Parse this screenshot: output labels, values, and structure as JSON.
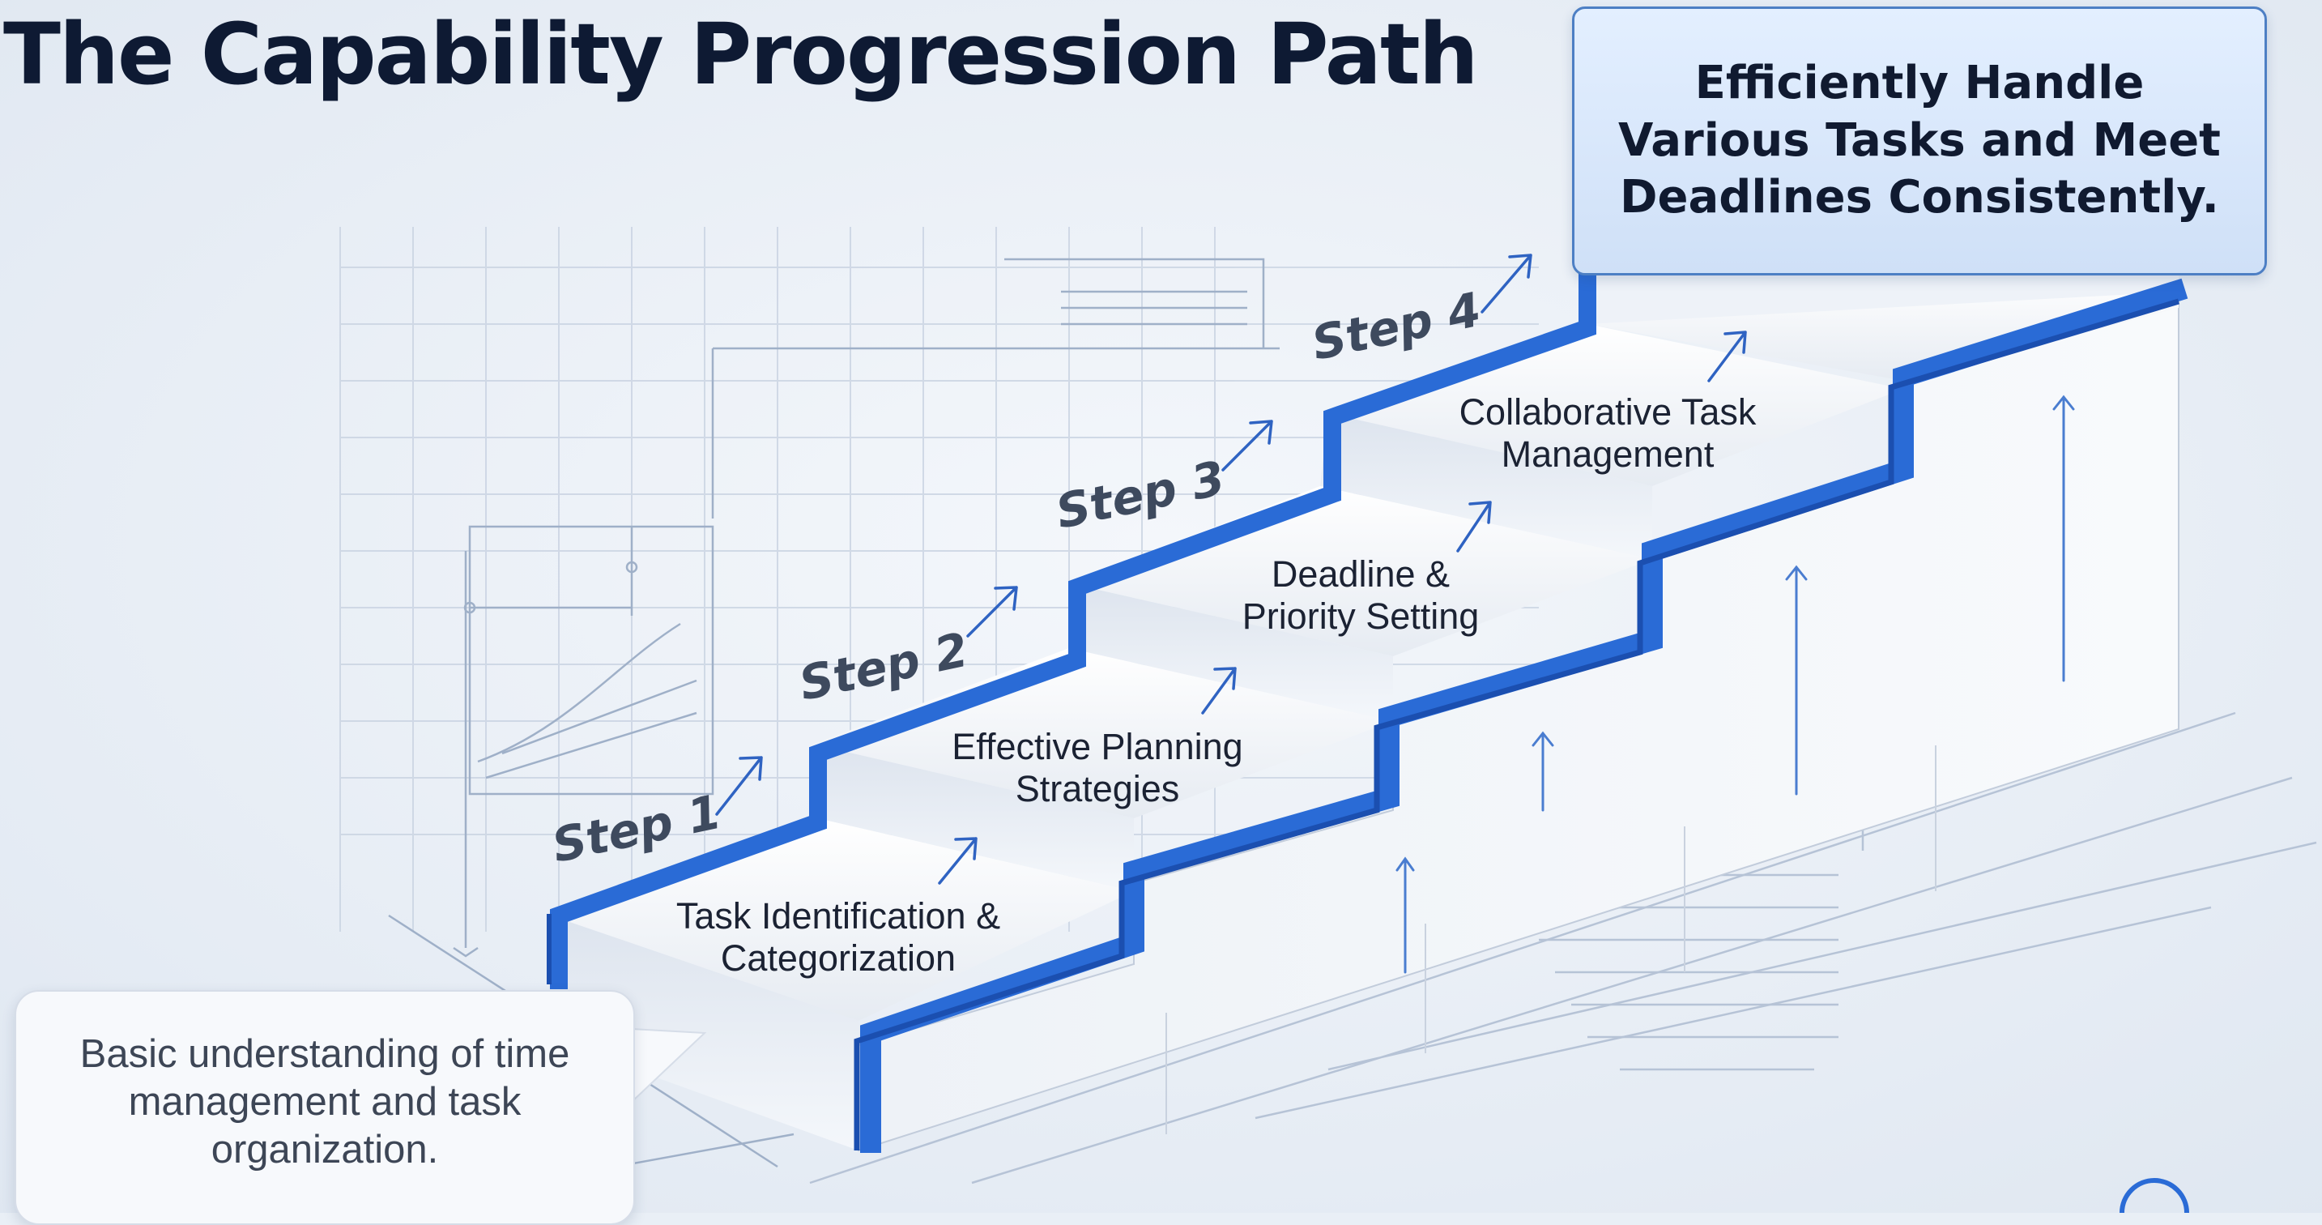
{
  "title": "The Capability Progression Path",
  "goal": {
    "text": "Efficiently Handle Various Tasks and Meet Deadlines Consistently."
  },
  "start": {
    "text": "Basic understanding of time management and task organization."
  },
  "steps": [
    {
      "label": "Step 1",
      "skill": "Task Identification & Categorization"
    },
    {
      "label": "Step 2",
      "skill": "Effective Planning Strategies"
    },
    {
      "label": "Step 3",
      "skill": "Deadline & Priority Setting"
    },
    {
      "label": "Step 4",
      "skill": "Collaborative Task Management"
    }
  ],
  "colors": {
    "accent": "#2a6bd6",
    "accent_dark": "#1b4fb0",
    "arrow": "#2f63c2",
    "sketch": "#aebbd0",
    "title": "#0e1a33"
  }
}
